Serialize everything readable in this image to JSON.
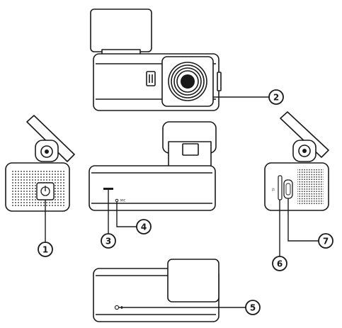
{
  "callouts": [
    {
      "id": "c1",
      "label": "1"
    },
    {
      "id": "c2",
      "label": "2"
    },
    {
      "id": "c3",
      "label": "3"
    },
    {
      "id": "c4",
      "label": "4"
    },
    {
      "id": "c5",
      "label": "5"
    },
    {
      "id": "c6",
      "label": "6"
    },
    {
      "id": "c7",
      "label": "7"
    }
  ],
  "labels": {
    "mic": "MIC",
    "sd_symbol": "TF"
  },
  "icons": {
    "power": "power-icon",
    "speaker_grille": "speaker-grille",
    "microsd": "microsd-icon"
  }
}
